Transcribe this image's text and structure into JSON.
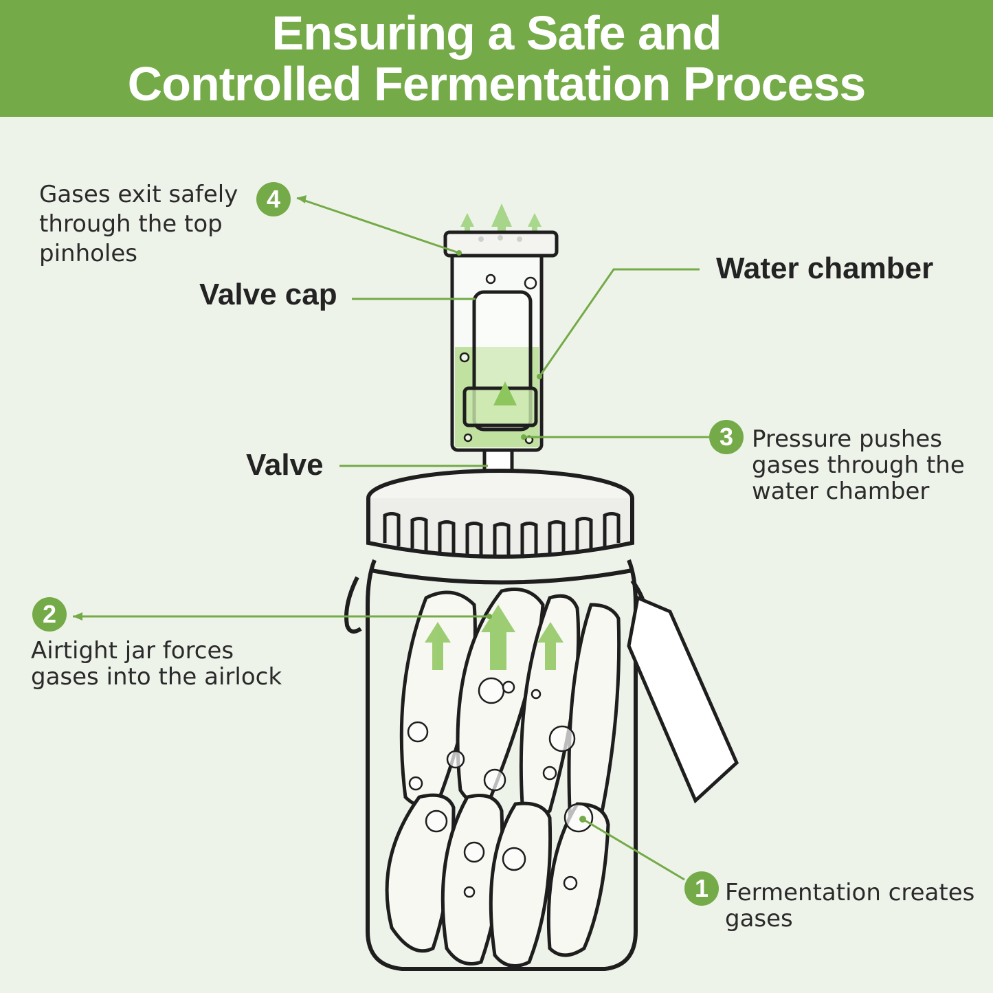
{
  "header": {
    "line1": "Ensuring a Safe and",
    "line2": "Controlled Fermentation Process"
  },
  "steps": [
    {
      "number": "1",
      "lines": [
        "Fermentation creates",
        "gases"
      ]
    },
    {
      "number": "2",
      "lines": [
        "Airtight jar forces",
        "gases into the airlock"
      ]
    },
    {
      "number": "3",
      "lines": [
        "Pressure pushes",
        "gases through the",
        "water chamber"
      ]
    },
    {
      "number": "4",
      "lines": [
        "Gases exit safely",
        "through the top",
        "pinholes"
      ]
    }
  ],
  "labels": {
    "valve_cap": "Valve cap",
    "water_chamber": "Water chamber",
    "valve": "Valve"
  },
  "colors": {
    "accent": "#74aa47",
    "background": "#eef3ea",
    "text": "#2a2a2a"
  }
}
